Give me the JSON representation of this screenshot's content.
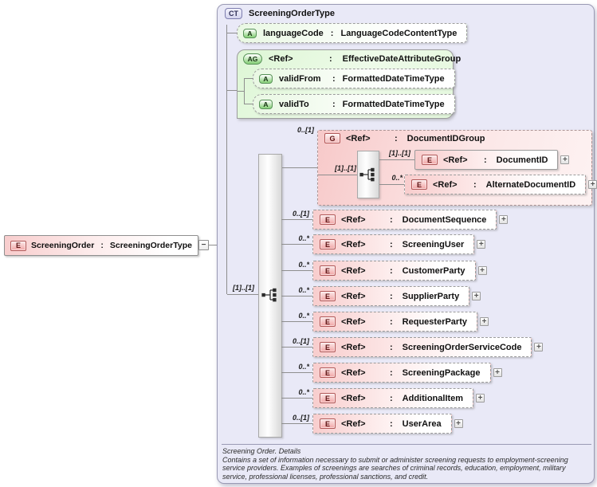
{
  "colon": ":",
  "ref_label": "<Ref>",
  "badges": {
    "element": "E",
    "attribute": "A",
    "attribute_group": "AG",
    "group": "G",
    "complex_type": "CT",
    "expand": "+",
    "collapse": "−"
  },
  "root_element": {
    "name": "ScreeningOrder",
    "type": "ScreeningOrderType"
  },
  "complex_type": {
    "title": "ScreeningOrderType",
    "sequence_cardinality": "[1]..[1]",
    "attributes": {
      "languageCode": {
        "name": "languageCode",
        "type": "LanguageCodeContentType"
      },
      "effectiveDateAttributeGroup": {
        "type": "EffectiveDateAttributeGroup",
        "validFrom": {
          "name": "validFrom",
          "type": "FormattedDateTimeType"
        },
        "validTo": {
          "name": "validTo",
          "type": "FormattedDateTimeType"
        }
      }
    },
    "documentIDGroup": {
      "type": "DocumentIDGroup",
      "cardinality": "0..[1]",
      "sequence_cardinality": "[1]..[1]",
      "documentID": {
        "name": "DocumentID",
        "cardinality": "[1]..[1]"
      },
      "alternateDocumentID": {
        "name": "AlternateDocumentID",
        "cardinality": "0..*"
      }
    },
    "elements": [
      {
        "name": "DocumentSequence",
        "cardinality": "0..[1]"
      },
      {
        "name": "ScreeningUser",
        "cardinality": "0..*"
      },
      {
        "name": "CustomerParty",
        "cardinality": "0..*"
      },
      {
        "name": "SupplierParty",
        "cardinality": "0..*"
      },
      {
        "name": "RequesterParty",
        "cardinality": "0..*"
      },
      {
        "name": "ScreeningOrderServiceCode",
        "cardinality": "0..[1]"
      },
      {
        "name": "ScreeningPackage",
        "cardinality": "0..*"
      },
      {
        "name": "AdditionalItem",
        "cardinality": "0..*"
      },
      {
        "name": "UserArea",
        "cardinality": "0..[1]"
      }
    ],
    "documentation": {
      "title": "Screening Order. Details",
      "body": "Contains a set of information necessary to submit or administer screening requests to employment-screening service providers. Examples of screenings are searches of criminal records, education, employment, military service, professional licenses, professional sanctions, and credit."
    }
  },
  "colors": {
    "container_bg": "#e9e9f7",
    "attribute_green": "#8fd381",
    "element_pink": "#f5a9a9",
    "border_gray": "#9c9c9c"
  }
}
